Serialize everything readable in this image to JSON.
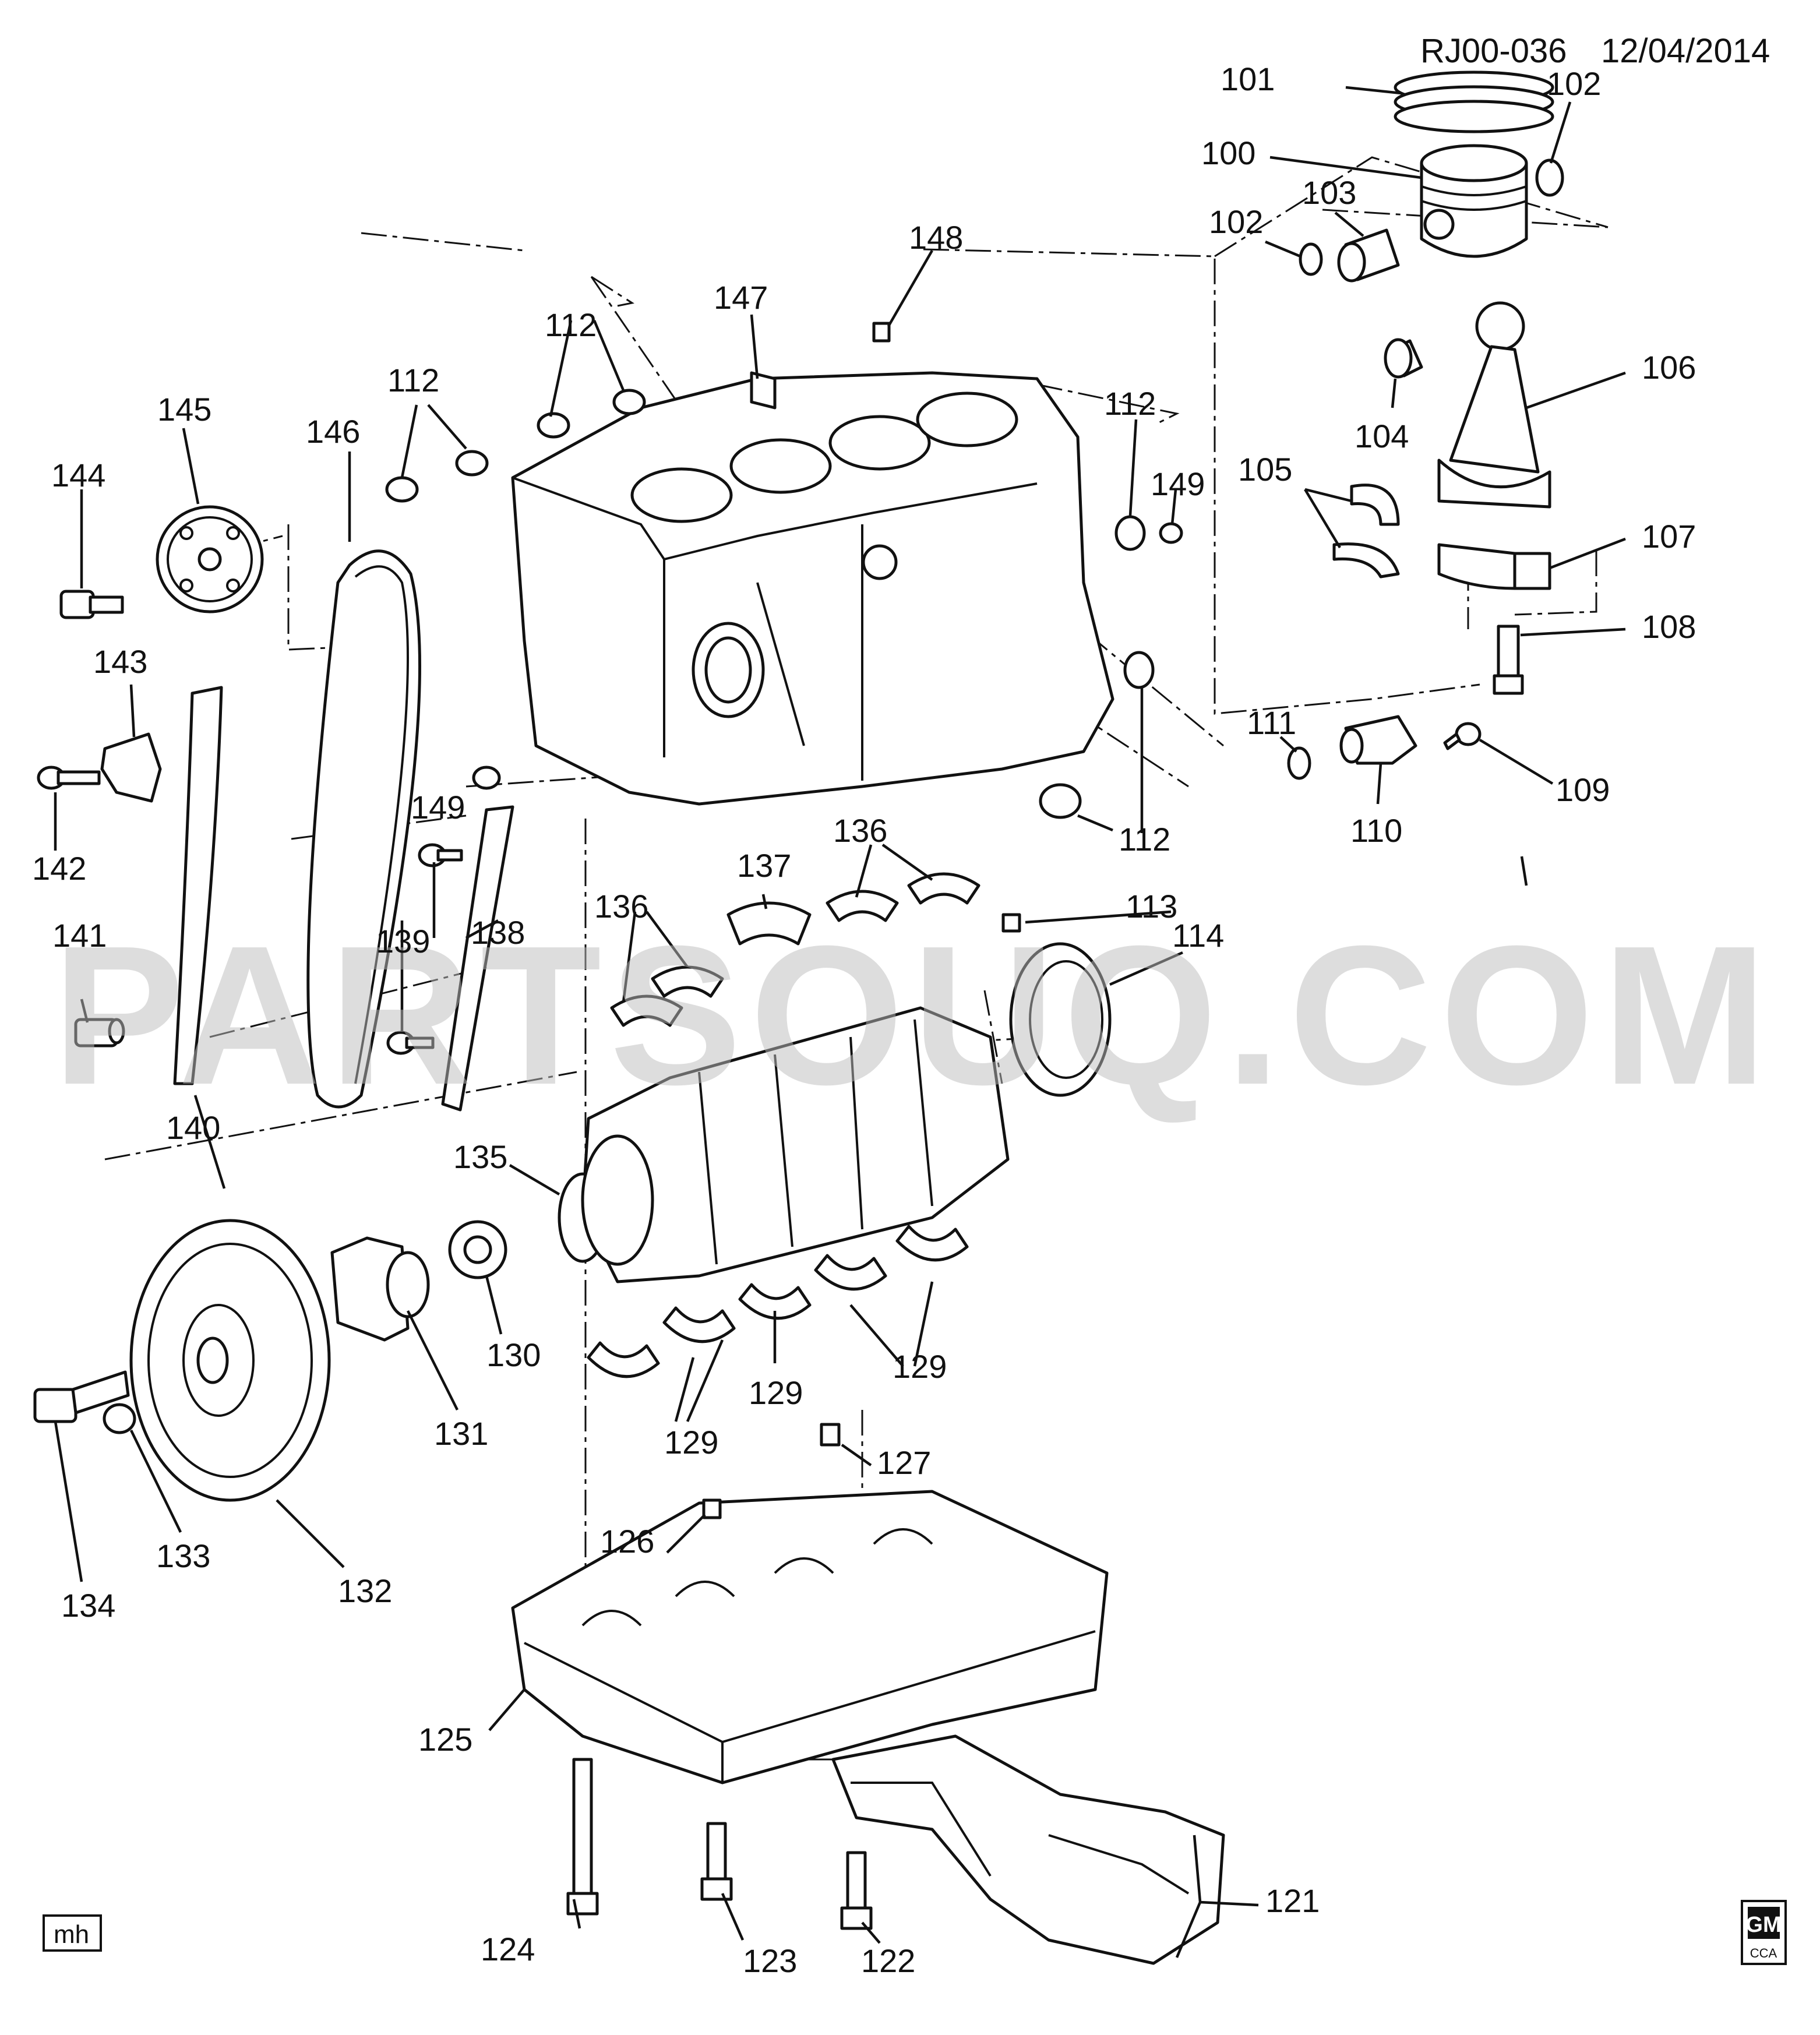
{
  "header": {
    "ref": "RJ00-036",
    "date": "12/04/2014"
  },
  "watermark": "PARTSOUQ.COM",
  "footer": {
    "initials": "mh",
    "brand": "GM",
    "brand_sub": "CCA"
  },
  "callouts": [
    {
      "id": "c101",
      "text": "101"
    },
    {
      "id": "c100",
      "text": "100"
    },
    {
      "id": "c102a",
      "text": "102"
    },
    {
      "id": "c102b",
      "text": "102"
    },
    {
      "id": "c103",
      "text": "103"
    },
    {
      "id": "c104",
      "text": "104"
    },
    {
      "id": "c105",
      "text": "105"
    },
    {
      "id": "c106",
      "text": "106"
    },
    {
      "id": "c107",
      "text": "107"
    },
    {
      "id": "c108",
      "text": "108"
    },
    {
      "id": "c109",
      "text": "109"
    },
    {
      "id": "c110",
      "text": "110"
    },
    {
      "id": "c111",
      "text": "111"
    },
    {
      "id": "c112a",
      "text": "112"
    },
    {
      "id": "c112b",
      "text": "112"
    },
    {
      "id": "c112c",
      "text": "112"
    },
    {
      "id": "c112d",
      "text": "112"
    },
    {
      "id": "c113",
      "text": "113"
    },
    {
      "id": "c114",
      "text": "114"
    },
    {
      "id": "c121",
      "text": "121"
    },
    {
      "id": "c122",
      "text": "122"
    },
    {
      "id": "c123",
      "text": "123"
    },
    {
      "id": "c124",
      "text": "124"
    },
    {
      "id": "c125",
      "text": "125"
    },
    {
      "id": "c126",
      "text": "126"
    },
    {
      "id": "c127",
      "text": "127"
    },
    {
      "id": "c129a",
      "text": "129"
    },
    {
      "id": "c129b",
      "text": "129"
    },
    {
      "id": "c129c",
      "text": "129"
    },
    {
      "id": "c130",
      "text": "130"
    },
    {
      "id": "c131",
      "text": "131"
    },
    {
      "id": "c132",
      "text": "132"
    },
    {
      "id": "c133",
      "text": "133"
    },
    {
      "id": "c134",
      "text": "134"
    },
    {
      "id": "c135",
      "text": "135"
    },
    {
      "id": "c136a",
      "text": "136"
    },
    {
      "id": "c136b",
      "text": "136"
    },
    {
      "id": "c137",
      "text": "137"
    },
    {
      "id": "c138",
      "text": "138"
    },
    {
      "id": "c139",
      "text": "139"
    },
    {
      "id": "c140",
      "text": "140"
    },
    {
      "id": "c141",
      "text": "141"
    },
    {
      "id": "c142",
      "text": "142"
    },
    {
      "id": "c143",
      "text": "143"
    },
    {
      "id": "c144",
      "text": "144"
    },
    {
      "id": "c145",
      "text": "145"
    },
    {
      "id": "c146",
      "text": "146"
    },
    {
      "id": "c147",
      "text": "147"
    },
    {
      "id": "c148",
      "text": "148"
    },
    {
      "id": "c149a",
      "text": "149"
    },
    {
      "id": "c149b",
      "text": "149"
    }
  ]
}
